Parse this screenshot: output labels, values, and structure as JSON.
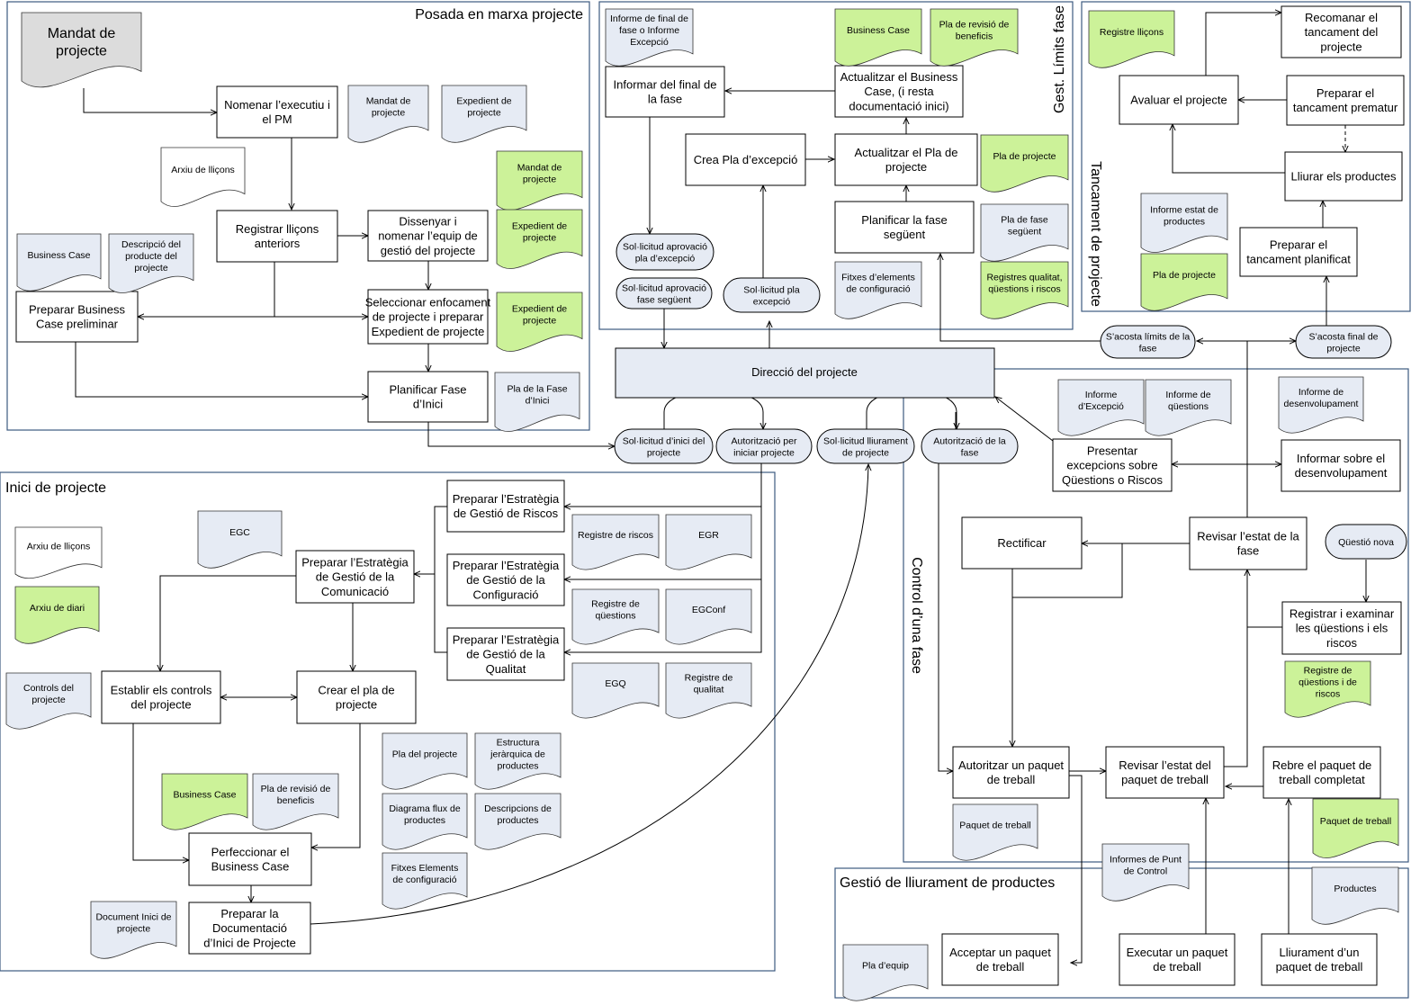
{
  "regions": [
    {
      "id": "posada",
      "title": "Posada en marxa projecte"
    },
    {
      "id": "gest_limits",
      "title": "Gest. Límits fase"
    },
    {
      "id": "tancament",
      "title": "Tancament de projecte"
    },
    {
      "id": "inici",
      "title": "Inici de projecte"
    },
    {
      "id": "control",
      "title": "Control d’una fase"
    },
    {
      "id": "lliurament",
      "title": "Gestió de lliurament de productes"
    }
  ],
  "hub": {
    "label": "Direcció del projecte"
  },
  "boxes": {
    "nomenar": [
      "Nomenar l’executiu i",
      "el PM"
    ],
    "registrar": [
      "Registrar lliçons",
      "anteriors"
    ],
    "dissenyar": [
      "Dissenyar i",
      "nomenar l’equip de",
      "gestió del projecte"
    ],
    "seleccionar": [
      "Seleccionar enfocament",
      "de projecte i preparar",
      "Expedient de projecte"
    ],
    "preparar_bc": [
      "Preparar Business",
      "Case preliminar"
    ],
    "planificar_inici": [
      "Planificar Fase",
      "d’Inici"
    ],
    "informar_final": [
      "Informar del final de",
      "la fase"
    ],
    "actualitzar_bc": [
      "Actualitzar el Business",
      "Case, (i resta",
      "documentació inici)"
    ],
    "crea_pla_exc": [
      "Crea Pla d’excepció"
    ],
    "actualitzar_pla": [
      "Actualitzar el Pla de",
      "projecte"
    ],
    "planificar_seguent": [
      "Planificar la fase",
      "següent"
    ],
    "recomanar": [
      "Recomanar el",
      "tancament del",
      "projecte"
    ],
    "avaluar": [
      "Avaluar el projecte"
    ],
    "prep_prematur": [
      "Preparar el",
      "tancament prematur"
    ],
    "lliurar": [
      "Lliurar els productes"
    ],
    "prep_planificat": [
      "Preparar el",
      "tancament planificat"
    ],
    "estr_riscos": [
      "Preparar l’Estratègia",
      "de Gestió de Riscos"
    ],
    "estr_comunicacio": [
      "Preparar l’Estratègia",
      "de Gestió de la",
      "Comunicació"
    ],
    "estr_config": [
      "Preparar l’Estratègia",
      "de Gestió de la",
      "Configuració"
    ],
    "estr_qualitat": [
      "Preparar l’Estratègia",
      "de Gestió de la",
      "Qualitat"
    ],
    "establir_controls": [
      "Establir els controls",
      "del projecte"
    ],
    "crear_pla": [
      "Crear el pla de",
      "projecte"
    ],
    "perfeccionar_bc": [
      "Perfeccionar el",
      "Business Case"
    ],
    "prep_doc_inici": [
      "Preparar la",
      "Documentació",
      "d’Inici de Projecte"
    ],
    "presentar_exc": [
      "Presentar",
      "excepcions sobre",
      "Qüestions o Riscos"
    ],
    "informar_desenv": [
      "Informar sobre el",
      "desenvolupament"
    ],
    "rectificar": [
      "Rectificar"
    ],
    "revisar_fase": [
      "Revisar l’estat de la",
      "fase"
    ],
    "registrar_questions": [
      "Registrar i examinar",
      "les qüestions i els",
      "riscos"
    ],
    "autoritzar_paquet": [
      "Autoritzar un paquet",
      "de treball"
    ],
    "revisar_paquet": [
      "Revisar l’estat del",
      "paquet de treball"
    ],
    "rebre_paquet": [
      "Rebre el paquet de",
      "treball completat"
    ],
    "acceptar_paquet": [
      "Acceptar un paquet",
      "de treball"
    ],
    "executar_paquet": [
      "Executar un paquet",
      "de treball"
    ],
    "lliurament_paquet": [
      "Lliurament d’un",
      "paquet de treball"
    ]
  },
  "pills": {
    "sol_inici": [
      "Sol·licitud d’inici del",
      "projecte"
    ],
    "aut_iniciar": [
      "Autorització per",
      "iniciar projecte"
    ],
    "sol_lliurament": [
      "Sol·licitud lliurament",
      "de projecte"
    ],
    "aut_fase": [
      "Autorització de la",
      "fase"
    ],
    "sol_aprov_exc": [
      "Sol·licitud aprovació",
      "pla d’excepció"
    ],
    "sol_aprov_seg": [
      "Sol·licitud aprovació",
      "fase següent"
    ],
    "sol_pla_exc": [
      "Sol·licitud pla",
      "excepció"
    ],
    "acosta_limits": [
      "S’acosta límits de la",
      "fase"
    ],
    "acosta_final": [
      "S’acosta final de",
      "projecte"
    ],
    "questio_nova": [
      "Qüestió nova"
    ]
  },
  "docs": {
    "mandat": [
      "Mandat de",
      "projecte"
    ],
    "d_mandat_pm": [
      "Mandat de",
      "projecte"
    ],
    "d_expedient": [
      "Expedient de",
      "projecte"
    ],
    "d_arxiu1": [
      "Arxiu de lliçons"
    ],
    "d_mandat_g": [
      "Mandat de",
      "projecte"
    ],
    "d_expedient_g1": [
      "Expedient de",
      "projecte"
    ],
    "d_expedient_g2": [
      "Expedient de",
      "projecte"
    ],
    "d_bc1": [
      "Business Case"
    ],
    "d_descripcio": [
      "Descripció del",
      "producte del",
      "projecte"
    ],
    "d_pla_inici": [
      "Pla de la Fase",
      "d’Inici"
    ],
    "d_informe_final": [
      "Informe de final de",
      "fase o Informe",
      "Excepció"
    ],
    "d_bc_g": [
      "Business Case"
    ],
    "d_pla_revisio_g": [
      "Pla de revisió de",
      "beneficis"
    ],
    "d_pla_projecte_g": [
      "Pla de projecte"
    ],
    "d_pla_fase_seg": [
      "Pla de fase",
      "següent"
    ],
    "d_fitxes": [
      "Fitxes d’elements",
      "de configuració"
    ],
    "d_registres_q": [
      "Registres qualitat,",
      "qüestions i riscos"
    ],
    "d_registre_llicons": [
      "Registre lliçons"
    ],
    "d_informe_estat": [
      "Informe estat de",
      "productes"
    ],
    "d_pla_projecte_t": [
      "Pla de projecte"
    ],
    "d_egc": [
      "EGC"
    ],
    "d_arxiu2": [
      "Arxiu de lliçons"
    ],
    "d_arxiu_diari": [
      "Arxiu de diari"
    ],
    "d_registre_riscos": [
      "Registre de riscos"
    ],
    "d_egr": [
      "EGR"
    ],
    "d_registre_q": [
      "Registre de",
      "qüestions"
    ],
    "d_egconf": [
      "EGConf"
    ],
    "d_egq": [
      "EGQ"
    ],
    "d_registre_qual": [
      "Registre de",
      "qualitat"
    ],
    "d_controls": [
      "Controls del",
      "projecte"
    ],
    "d_pla_projecte_i": [
      "Pla del projecte"
    ],
    "d_estructura": [
      "Estructura",
      "jeràrquica de",
      "productes"
    ],
    "d_diagrama": [
      "Diagrama flux de",
      "productes"
    ],
    "d_descripcions": [
      "Descripcions de",
      "productes"
    ],
    "d_fitxes_i": [
      "Fitxes Elements",
      "de configuració"
    ],
    "d_bc_i": [
      "Business Case"
    ],
    "d_pla_revisio_i": [
      "Pla de revisió de",
      "beneficis"
    ],
    "d_doc_inici": [
      "Document Inici de",
      "projecte"
    ],
    "d_informe_exc": [
      "Informe",
      "d’Excepció"
    ],
    "d_informe_q": [
      "Informe de",
      "qüestions"
    ],
    "d_informe_desenv": [
      "Informe de",
      "desenvolupament"
    ],
    "d_registre_qir": [
      "Registre de",
      "qüestions i de",
      "riscos"
    ],
    "d_paquet": [
      "Paquet de treball"
    ],
    "d_informes_punt": [
      "Informes de Punt",
      "de Control"
    ],
    "d_paquet_g": [
      "Paquet de treball"
    ],
    "d_productes": [
      "Productes"
    ],
    "d_pla_equip": [
      "Pla d’equip"
    ]
  },
  "colors": {
    "document_blue": "#e6ebf4",
    "document_green": "#ccf299",
    "region_border": "#3d5a80",
    "hub_fill": "#e6ebf4"
  }
}
